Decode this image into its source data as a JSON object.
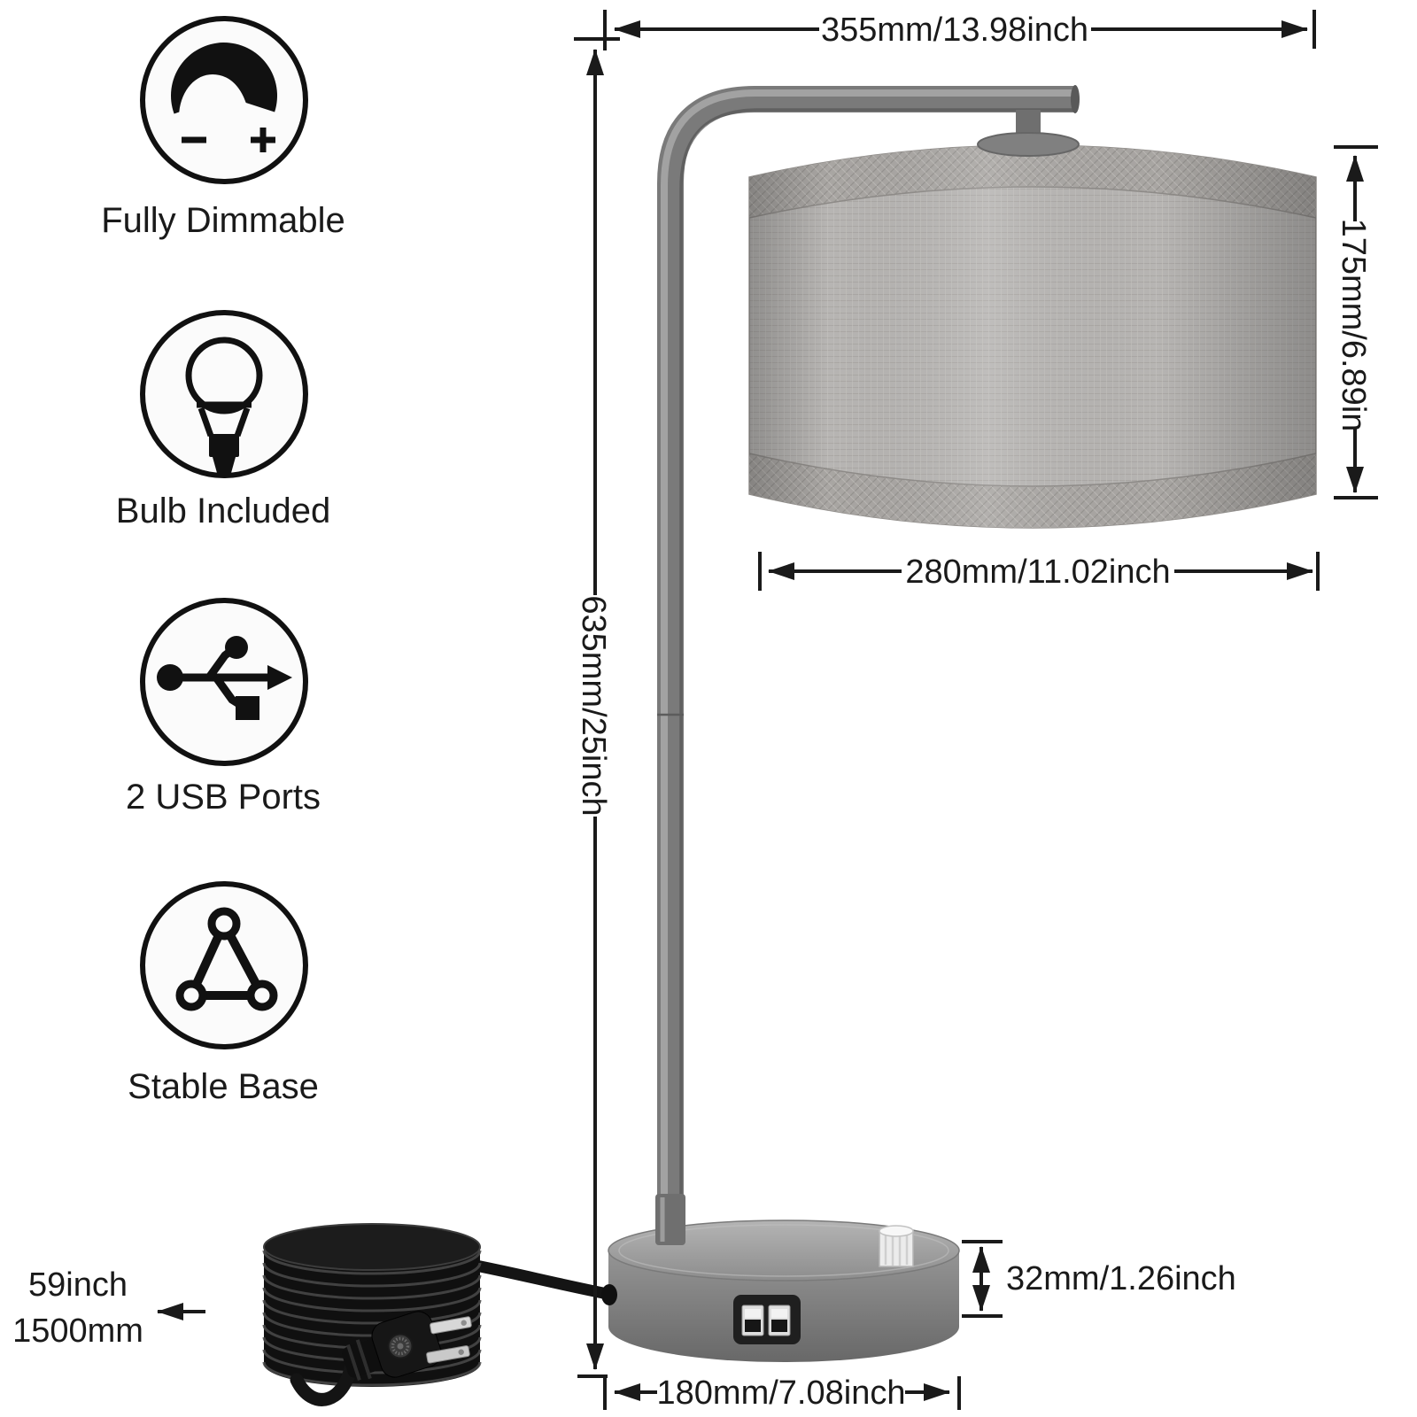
{
  "features": [
    {
      "icon": "dimmer-icon",
      "label": "Fully Dimmable"
    },
    {
      "icon": "bulb-icon",
      "label": "Bulb Included"
    },
    {
      "icon": "usb-icon",
      "label": "2 USB Ports"
    },
    {
      "icon": "stable-base-icon",
      "label": "Stable Base"
    }
  ],
  "dimensions": {
    "overall_width": "355mm/13.98inch",
    "shade_height": "175mm/6.89in",
    "shade_diameter": "280mm/11.02inch",
    "lamp_height": "635mm/25inch",
    "base_height": "32mm/1.26inch",
    "base_diameter": "180mm/7.08inch",
    "cord_length_line1": "59inch",
    "cord_length_line2": "1500mm"
  },
  "colors": {
    "annotation": "#1a1a1a",
    "metal": "#7a7a7a",
    "shade_fabric": "#b7b5b3",
    "shade_trim": "#a9a6a3",
    "cord": "#111111",
    "background": "#ffffff"
  }
}
